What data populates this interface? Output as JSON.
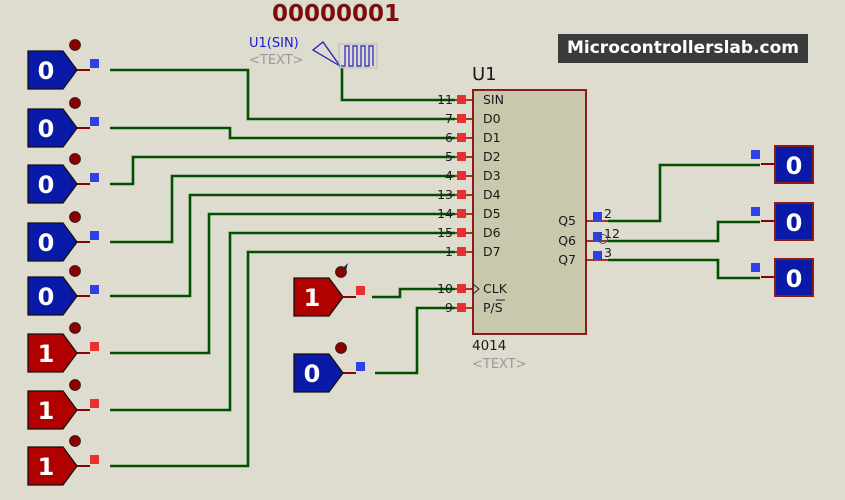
{
  "counter_display": "00000001",
  "watermark": "Microcontrollerslab.com",
  "chip": {
    "ref": "U1",
    "part": "4014",
    "text_placeholder": "<TEXT>",
    "left_pins": [
      {
        "num": "11",
        "name": "SIN"
      },
      {
        "num": "7",
        "name": "D0"
      },
      {
        "num": "6",
        "name": "D1"
      },
      {
        "num": "5",
        "name": "D2"
      },
      {
        "num": "4",
        "name": "D3"
      },
      {
        "num": "13",
        "name": "D4"
      },
      {
        "num": "14",
        "name": "D5"
      },
      {
        "num": "15",
        "name": "D6"
      },
      {
        "num": "1",
        "name": "D7"
      },
      {
        "num": "10",
        "name": "CLK"
      },
      {
        "num": "9",
        "name": "P/S"
      }
    ],
    "right_pins": [
      {
        "num": "2",
        "name": "Q5"
      },
      {
        "num": "12",
        "name": "Q6"
      },
      {
        "num": "3",
        "name": "Q7"
      }
    ]
  },
  "clock_source": {
    "label": "U1(SIN)",
    "text_placeholder": "<TEXT>"
  },
  "data_inputs": [
    "0",
    "0",
    "0",
    "0",
    "0",
    "1",
    "1",
    "1"
  ],
  "clock_input": "1",
  "ps_input": "0",
  "outputs": [
    "0",
    "0",
    "0"
  ],
  "colors": {
    "wire": "#005000",
    "low": "#0a1aa8",
    "high": "#b00000",
    "chip_fill": "#c9c8ac",
    "chip_border": "#8a1c1c"
  }
}
